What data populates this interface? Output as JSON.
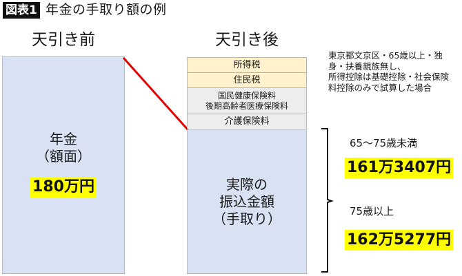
{
  "figure": {
    "badge": "図表1",
    "title": "年金の手取り額の例"
  },
  "columns": {
    "before": {
      "heading": "天引き前",
      "box_label_line1": "年金",
      "box_label_line2": "（額面）",
      "amount": "180万円"
    },
    "after": {
      "heading": "天引き後",
      "deductions": [
        {
          "label": "所得税",
          "type": "tax"
        },
        {
          "label": "住民税",
          "type": "tax"
        },
        {
          "label": "国民健康保険料",
          "label2": "後期高齢者医療保険料",
          "type": "insurance"
        },
        {
          "label": "介護保険料",
          "type": "insurance"
        }
      ],
      "box_label_line1": "実際の",
      "box_label_line2": "振込金額",
      "box_label_line3": "（手取り）"
    }
  },
  "note": {
    "line1": "東京都文京区・65歳以上・独",
    "line2": "身・扶養親族無し、",
    "line3": "所得控除は基礎控除・社会保険",
    "line4": "料控除のみで試算した場合"
  },
  "results": [
    {
      "age_label": "65〜75歳未満",
      "amount": "161万3407円"
    },
    {
      "age_label": "75歳以上",
      "amount": "162万5277円"
    }
  ],
  "colors": {
    "gross_box": "#d9e2f3",
    "tax_stripe": "#fff2cc",
    "insurance_stripe": "#ededed",
    "connector_line": "#e00000",
    "highlight": "#ffff00"
  }
}
